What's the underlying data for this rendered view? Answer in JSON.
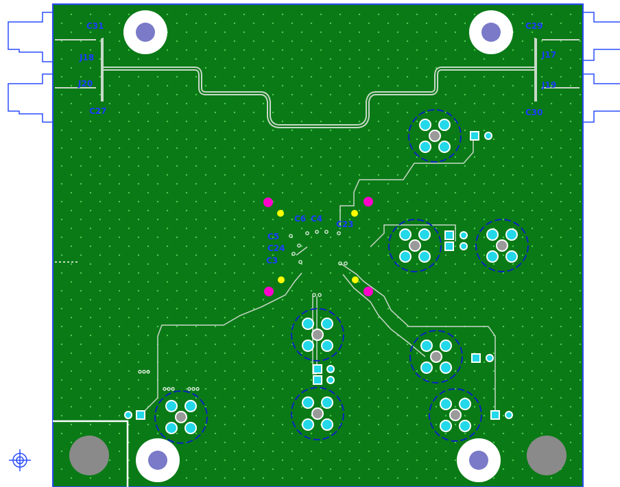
{
  "colors": {
    "board": "#0a7a16",
    "outline": "#2a4bff",
    "trace": "#c9d8c9",
    "via": "#5ee05e",
    "label": "#1a3cff",
    "pad": "#23d8e8",
    "magenta": "#ff00cc",
    "yellow": "#ffff00"
  },
  "labels": {
    "c31": "C31",
    "j18": "J18",
    "j20": "J20",
    "c27": "C27",
    "c29": "C29",
    "j17": "J17",
    "j19": "J19",
    "c30": "C30",
    "c6": "C6",
    "c4": "C4",
    "c23": "C23",
    "c5": "C5",
    "c24": "C24",
    "c3": "C3"
  },
  "icons": {
    "origin": "crosshair-origin-icon"
  }
}
